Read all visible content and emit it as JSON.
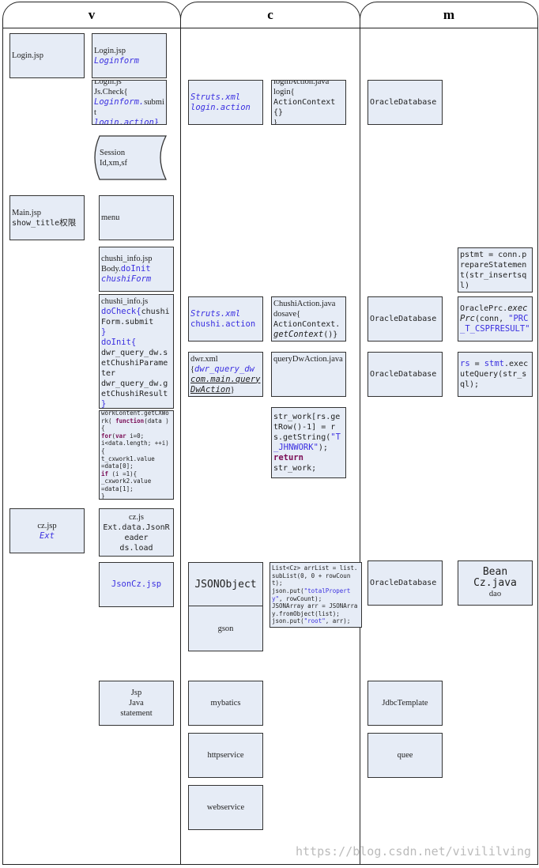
{
  "lanes": [
    {
      "id": "v",
      "title": "v"
    },
    {
      "id": "c",
      "title": "c"
    },
    {
      "id": "m",
      "title": "m"
    }
  ],
  "boxes": [
    {
      "id": "login-jsp-page",
      "lines": [
        [
          {
            "t": "Login.jsp"
          }
        ]
      ]
    },
    {
      "id": "login-jsp-form",
      "lines": [
        [
          {
            "t": "Login.jsp"
          }
        ],
        [
          {
            "t": "Loginform",
            "s": "blue"
          }
        ]
      ]
    },
    {
      "id": "login-js",
      "lines": [
        [
          {
            "t": "Login.js"
          }
        ],
        [
          {
            "t": "Js.Check{"
          }
        ],
        [
          {
            "t": "Loginform.",
            "s": "blue"
          },
          {
            "t": "submit"
          }
        ],
        [
          {
            "t": "login.action}",
            "s": "blue"
          }
        ]
      ]
    },
    {
      "id": "session",
      "lines": [
        [
          {
            "t": "Session"
          }
        ],
        [
          {
            "t": "Id,xm,sf"
          }
        ]
      ]
    },
    {
      "id": "main-jsp",
      "lines": [
        [
          {
            "t": "Main.jsp"
          }
        ],
        [
          {
            "t": "show_title",
            "s": "mono"
          },
          {
            "t": "权限"
          }
        ]
      ]
    },
    {
      "id": "menu",
      "lines": [
        [
          {
            "t": "menu"
          }
        ]
      ]
    },
    {
      "id": "chushi-info-jsp",
      "lines": [
        [
          {
            "t": "chushi_info.jsp"
          }
        ],
        [
          {
            "t": "Body."
          },
          {
            "t": "doInit",
            "s": "bluen"
          }
        ],
        [
          {
            "t": "chushiForm",
            "s": "blue"
          }
        ]
      ]
    },
    {
      "id": "chushi-info-js",
      "lines": [
        [
          {
            "t": "chushi_info.js"
          }
        ],
        [
          {
            "t": "doCheck{",
            "s": "bluen"
          },
          {
            "t": "chushiForm.submit",
            "s": "mono"
          }
        ],
        [
          {
            "t": "}",
            "s": "bluen"
          }
        ],
        [
          {
            "t": "doInit{",
            "s": "bluen"
          }
        ],
        [
          {
            "t": "dwr_query_dw.setChushiParameter",
            "s": "mono"
          }
        ],
        [
          {
            "t": "dwr_query_dw.getChushiResult",
            "s": "mono"
          }
        ],
        [
          {
            "t": "}",
            "s": "bluen"
          }
        ]
      ]
    },
    {
      "id": "workcontent",
      "lines": [
        [
          {
            "t": "workContent.getCXWork( ",
            "s": "mono"
          },
          {
            "t": "function",
            "s": "kw"
          },
          {
            "t": "(data ){",
            "s": "mono"
          }
        ],
        [
          {
            "t": "for",
            "s": "kw"
          },
          {
            "t": "(",
            "s": "mono"
          },
          {
            "t": "var",
            "s": "kw"
          },
          {
            "t": " i=0;",
            "s": "mono"
          }
        ],
        [
          {
            "t": "i<data.length; ++i){",
            "s": "mono"
          }
        ],
        [
          {
            "t": "t_cxwork1.value",
            "s": "mono"
          }
        ],
        [
          {
            "t": "=data[0];",
            "s": "mono"
          }
        ],
        [
          {
            "t": "if",
            "s": "kw"
          },
          {
            "t": " (i =1){",
            "s": "mono"
          }
        ],
        [
          {
            "t": "_cxwork2.value",
            "s": "mono"
          }
        ],
        [
          {
            "t": "=data[1];",
            "s": "mono"
          }
        ],
        [
          {
            "t": "}",
            "s": "mono"
          }
        ]
      ]
    },
    {
      "id": "cz-jsp",
      "lines": [
        [
          {
            "t": "cz.jsp"
          }
        ],
        [
          {
            "t": "Ext",
            "s": "blue"
          }
        ]
      ]
    },
    {
      "id": "cz-js",
      "lines": [
        [
          {
            "t": "cz.js"
          }
        ],
        [
          {
            "t": "Ext.data.JsonReader",
            "s": "mono"
          }
        ],
        [
          {
            "t": "ds.load",
            "s": "mono"
          }
        ]
      ]
    },
    {
      "id": "jsoncz-jsp",
      "lines": [
        [
          {
            "t": "JsonCz.jsp",
            "s": "bluen"
          }
        ]
      ]
    },
    {
      "id": "jsp-java",
      "lines": [
        [
          {
            "t": "Jsp"
          }
        ],
        [
          {
            "t": "Java"
          }
        ],
        [
          {
            "t": "statement"
          }
        ]
      ]
    },
    {
      "id": "struts-login",
      "lines": [
        [
          {
            "t": "Struts.xml",
            "s": "blue"
          }
        ],
        [
          {
            "t": "login.action",
            "s": "blue"
          }
        ]
      ]
    },
    {
      "id": "login-action",
      "lines": [
        [
          {
            "t": "loginAction.java"
          }
        ],
        [
          {
            "t": "login{"
          }
        ],
        [
          {
            "t": "ActionContext{}",
            "s": "mono"
          }
        ],
        [
          {
            "t": "}"
          }
        ]
      ]
    },
    {
      "id": "struts-chushi",
      "lines": [
        [
          {
            "t": "Struts.xml",
            "s": "blue"
          }
        ],
        [
          {
            "t": "chushi.action",
            "s": "bluen"
          }
        ]
      ]
    },
    {
      "id": "chushi-action",
      "lines": [
        [
          {
            "t": "ChushiAction.java"
          }
        ],
        [
          {
            "t": "dosave{"
          }
        ],
        [
          {
            "t": "ActionContext.",
            "s": "mono"
          },
          {
            "t": "getContext",
            "s": "it"
          },
          {
            "t": "()}",
            "s": "mono"
          }
        ]
      ]
    },
    {
      "id": "dwr-xml",
      "lines": [
        [
          {
            "t": "dwr.xml"
          }
        ],
        [
          {
            "t": "{"
          },
          {
            "t": "dwr_query_dw",
            "s": "blue"
          }
        ],
        [
          {
            "t": "com.main.queryDwAction",
            "s": "ul"
          },
          {
            "t": "}"
          }
        ]
      ]
    },
    {
      "id": "query-dw-action",
      "lines": [
        [
          {
            "t": "queryDwAction.java"
          }
        ]
      ]
    },
    {
      "id": "str-work",
      "lines": [
        [
          {
            "t": "str_work[rs.getRow()-1] = rs.getString(",
            "s": "mono"
          },
          {
            "t": "\"T_JHNWORK\"",
            "s": "bluen"
          },
          {
            "t": ");",
            "s": "mono"
          }
        ],
        [
          {
            "t": "return",
            "s": "kw"
          }
        ],
        [
          {
            "t": "str_work;",
            "s": "mono"
          }
        ]
      ]
    },
    {
      "id": "jsonobject",
      "lines": [
        [
          {
            "t": "JSONObject",
            "s": "big"
          }
        ]
      ]
    },
    {
      "id": "gson",
      "lines": [
        [
          {
            "t": "gson"
          }
        ]
      ]
    },
    {
      "id": "list-code",
      "lines": [
        [
          {
            "t": "List<Cz> arrList = list.subList(0, 0 + rowCount);",
            "s": "mono"
          }
        ],
        [
          {
            "t": "json.put(",
            "s": "mono"
          },
          {
            "t": "\"totalProperty\"",
            "s": "bluen"
          },
          {
            "t": ", rowCount);",
            "s": "mono"
          }
        ],
        [
          {
            "t": "JSONArray arr = JSONArray.fromObject(list);",
            "s": "mono"
          }
        ],
        [
          {
            "t": "json.put(",
            "s": "mono"
          },
          {
            "t": "\"root\"",
            "s": "bluen"
          },
          {
            "t": ", arr);",
            "s": "mono"
          }
        ]
      ]
    },
    {
      "id": "mybatics",
      "lines": [
        [
          {
            "t": "mybatics"
          }
        ]
      ]
    },
    {
      "id": "httpservice",
      "lines": [
        [
          {
            "t": "httpservice"
          }
        ]
      ]
    },
    {
      "id": "webservice",
      "lines": [
        [
          {
            "t": "webservice"
          }
        ]
      ]
    },
    {
      "id": "oracle-1",
      "lines": [
        [
          {
            "t": "OracleDatabase",
            "s": "mono"
          }
        ]
      ]
    },
    {
      "id": "oracle-2",
      "lines": [
        [
          {
            "t": "OracleDatabase",
            "s": "mono"
          }
        ]
      ]
    },
    {
      "id": "oracle-3",
      "lines": [
        [
          {
            "t": "OracleDatabase",
            "s": "mono"
          }
        ]
      ]
    },
    {
      "id": "oracle-4",
      "lines": [
        [
          {
            "t": "OracleDatabase",
            "s": "mono"
          }
        ]
      ]
    },
    {
      "id": "jdbctemplate",
      "lines": [
        [
          {
            "t": "JdbcTemplate"
          }
        ]
      ]
    },
    {
      "id": "quee",
      "lines": [
        [
          {
            "t": "quee"
          }
        ]
      ]
    },
    {
      "id": "pstmt",
      "lines": [
        [
          {
            "t": "pstmt = conn.prepareStatement(str_insertsql)",
            "s": "mono"
          }
        ]
      ]
    },
    {
      "id": "oracle-prc",
      "lines": [
        [
          {
            "t": "OraclePrc.",
            "s": "mono"
          },
          {
            "t": "execPrc",
            "s": "it"
          },
          {
            "t": "(conn, ",
            "s": "mono"
          },
          {
            "t": "\"PRC_T_CSPFRESULT\"",
            "s": "bluen"
          }
        ]
      ]
    },
    {
      "id": "rs-query",
      "lines": [
        [
          {
            "t": "rs",
            "s": "bluen"
          },
          {
            "t": " = ",
            "s": "mono"
          },
          {
            "t": "stmt",
            "s": "bluen"
          },
          {
            "t": ".executeQuery(str_sql);",
            "s": "mono"
          }
        ]
      ]
    },
    {
      "id": "bean",
      "lines": [
        [
          {
            "t": "Bean",
            "s": "big"
          }
        ],
        [
          {
            "t": "Cz.java",
            "s": "big"
          }
        ],
        [
          {
            "t": "dao"
          }
        ]
      ]
    }
  ],
  "watermark": "https://blog.csdn.net/vivililving"
}
